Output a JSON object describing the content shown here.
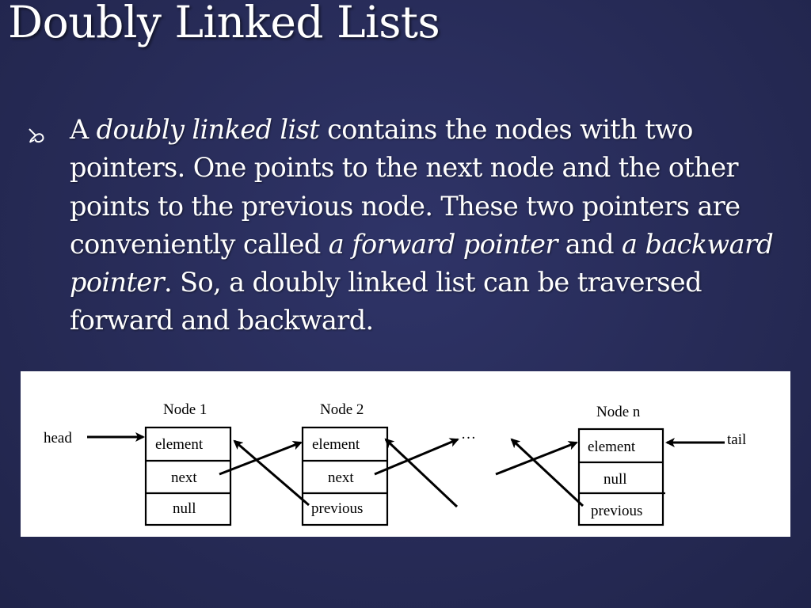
{
  "slide": {
    "title": "Doubly Linked Lists",
    "bullet_icon": "scroll-bullet-icon",
    "paragraph": [
      {
        "text": "A ",
        "italic": false
      },
      {
        "text": "doubly linked list",
        "italic": true
      },
      {
        "text": " contains the nodes with two pointers. One points to the next node and the other points to the previous node. These two pointers are conveniently called ",
        "italic": false
      },
      {
        "text": "a forward pointer",
        "italic": true
      },
      {
        "text": " and ",
        "italic": false
      },
      {
        "text": "a backward pointer",
        "italic": true
      },
      {
        "text": ". So, a doubly linked list can be traversed forward and backward.",
        "italic": false
      }
    ]
  },
  "diagram": {
    "head_label": "head",
    "tail_label": "tail",
    "ellipsis": "…",
    "nodes": [
      {
        "title": "Node 1",
        "fields": [
          "element",
          "next",
          "null"
        ]
      },
      {
        "title": "Node 2",
        "fields": [
          "element",
          "next",
          "previous"
        ]
      },
      {
        "title": "Node n",
        "fields": [
          "element",
          "null",
          "previous"
        ]
      }
    ]
  }
}
